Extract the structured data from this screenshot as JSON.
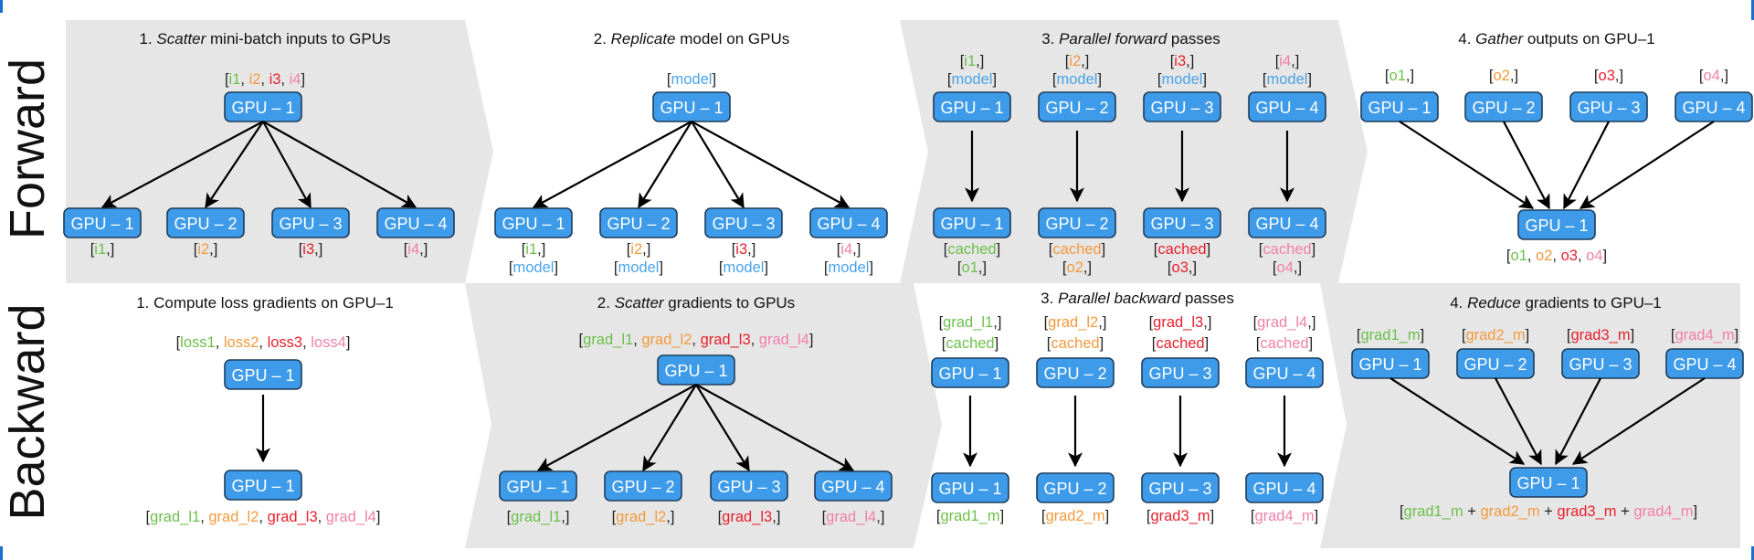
{
  "colors": {
    "c1": "#6cc04a",
    "c2": "#f39a3b",
    "c3": "#e8212e",
    "c4": "#f27fa8",
    "model": "#4aa3e8",
    "panel_gray": "#e6e6e6",
    "box_fill": "#3d9be9",
    "box_border": "#1f3d5c"
  },
  "row_labels": {
    "forward": "Forward",
    "backward": "Backward"
  },
  "forward": {
    "step1": {
      "num": "1. ",
      "italic": "Scatter",
      "rest": " mini-batch inputs to GPUs",
      "top_box": "GPU – 1",
      "top_label": [
        {
          "t": "i1",
          "c": "c1"
        },
        {
          "t": "i2",
          "c": "c2"
        },
        {
          "t": "i3",
          "c": "c3"
        },
        {
          "t": "i4",
          "c": "c4"
        }
      ],
      "bottom_boxes": [
        "GPU – 1",
        "GPU – 2",
        "GPU – 3",
        "GPU – 4"
      ],
      "bottom_labels": [
        {
          "t": "i1",
          "c": "c1"
        },
        {
          "t": "i2",
          "c": "c2"
        },
        {
          "t": "i3",
          "c": "c3"
        },
        {
          "t": "i4",
          "c": "c4"
        }
      ]
    },
    "step2": {
      "num": "2. ",
      "italic": "Replicate",
      "rest": " model on GPUs",
      "top_box": "GPU – 1",
      "top_label": "model",
      "bottom_boxes": [
        "GPU – 1",
        "GPU – 2",
        "GPU – 3",
        "GPU – 4"
      ],
      "bottom_inputs": [
        {
          "t": "i1",
          "c": "c1"
        },
        {
          "t": "i2",
          "c": "c2"
        },
        {
          "t": "i3",
          "c": "c3"
        },
        {
          "t": "i4",
          "c": "c4"
        }
      ],
      "bottom_model": "model"
    },
    "step3": {
      "num": "3. ",
      "italic": "Parallel forward",
      "rest": " passes",
      "top_boxes": [
        "GPU – 1",
        "GPU – 2",
        "GPU – 3",
        "GPU – 4"
      ],
      "top_inputs": [
        {
          "t": "i1",
          "c": "c1"
        },
        {
          "t": "i2",
          "c": "c2"
        },
        {
          "t": "i3",
          "c": "c3"
        },
        {
          "t": "i4",
          "c": "c4"
        }
      ],
      "top_model": "model",
      "bottom_boxes": [
        "GPU – 1",
        "GPU – 2",
        "GPU – 3",
        "GPU – 4"
      ],
      "bottom_cached": "cached",
      "bottom_outputs": [
        {
          "t": "o1",
          "c": "c1"
        },
        {
          "t": "o2",
          "c": "c2"
        },
        {
          "t": "o3",
          "c": "c3"
        },
        {
          "t": "o4",
          "c": "c4"
        }
      ]
    },
    "step4": {
      "num": "4. ",
      "italic": "Gather",
      "rest": " outputs on GPU–1",
      "top_boxes": [
        "GPU – 1",
        "GPU – 2",
        "GPU – 3",
        "GPU – 4"
      ],
      "top_outputs": [
        {
          "t": "o1",
          "c": "c1"
        },
        {
          "t": "o2",
          "c": "c2"
        },
        {
          "t": "o3",
          "c": "c3"
        },
        {
          "t": "o4",
          "c": "c4"
        }
      ],
      "bottom_box": "GPU – 1",
      "bottom_label": [
        {
          "t": "o1",
          "c": "c1"
        },
        {
          "t": "o2",
          "c": "c2"
        },
        {
          "t": "o3",
          "c": "c3"
        },
        {
          "t": "o4",
          "c": "c4"
        }
      ]
    }
  },
  "backward": {
    "step1": {
      "num": "1. ",
      "italic": "",
      "rest": "Compute loss gradients on GPU–1",
      "top_box": "GPU – 1",
      "top_label": [
        {
          "t": "loss1",
          "c": "c1"
        },
        {
          "t": "loss2",
          "c": "c2"
        },
        {
          "t": "loss3",
          "c": "c3"
        },
        {
          "t": "loss4",
          "c": "c4"
        }
      ],
      "bottom_box": "GPU – 1",
      "bottom_label": [
        {
          "t": "grad_l1",
          "c": "c1"
        },
        {
          "t": "grad_l2",
          "c": "c2"
        },
        {
          "t": "grad_l3",
          "c": "c3"
        },
        {
          "t": "grad_l4",
          "c": "c4"
        }
      ]
    },
    "step2": {
      "num": "2. ",
      "italic": "Scatter",
      "rest": " gradients to GPUs",
      "top_box": "GPU – 1",
      "top_label": [
        {
          "t": "grad_l1",
          "c": "c1"
        },
        {
          "t": "grad_l2",
          "c": "c2"
        },
        {
          "t": "grad_l3",
          "c": "c3"
        },
        {
          "t": "grad_l4",
          "c": "c4"
        }
      ],
      "bottom_boxes": [
        "GPU – 1",
        "GPU – 2",
        "GPU – 3",
        "GPU – 4"
      ],
      "bottom_labels": [
        {
          "t": "grad_l1",
          "c": "c1"
        },
        {
          "t": "grad_l2",
          "c": "c2"
        },
        {
          "t": "grad_l3",
          "c": "c3"
        },
        {
          "t": "grad_l4",
          "c": "c4"
        }
      ]
    },
    "step3": {
      "num": "3. ",
      "italic": "Parallel backward",
      "rest": " passes",
      "top_boxes": [
        "GPU – 1",
        "GPU – 2",
        "GPU – 3",
        "GPU – 4"
      ],
      "top_grads": [
        {
          "t": "grad_l1",
          "c": "c1"
        },
        {
          "t": "grad_l2",
          "c": "c2"
        },
        {
          "t": "grad_l3",
          "c": "c3"
        },
        {
          "t": "grad_l4",
          "c": "c4"
        }
      ],
      "top_cached": "cached",
      "bottom_boxes": [
        "GPU – 1",
        "GPU – 2",
        "GPU – 3",
        "GPU – 4"
      ],
      "bottom_labels": [
        {
          "t": "grad1_m",
          "c": "c1"
        },
        {
          "t": "grad2_m",
          "c": "c2"
        },
        {
          "t": "grad3_m",
          "c": "c3"
        },
        {
          "t": "grad4_m",
          "c": "c4"
        }
      ]
    },
    "step4": {
      "num": "4. ",
      "italic": "Reduce",
      "rest": " gradients to GPU–1",
      "top_boxes": [
        "GPU – 1",
        "GPU – 2",
        "GPU – 3",
        "GPU – 4"
      ],
      "top_labels": [
        {
          "t": "grad1_m",
          "c": "c1"
        },
        {
          "t": "grad2_m",
          "c": "c2"
        },
        {
          "t": "grad3_m",
          "c": "c3"
        },
        {
          "t": "grad4_m",
          "c": "c4"
        }
      ],
      "bottom_box": "GPU – 1",
      "bottom_label": [
        {
          "t": "grad1_m",
          "c": "c1"
        },
        {
          "t": "grad2_m",
          "c": "c2"
        },
        {
          "t": "grad3_m",
          "c": "c3"
        },
        {
          "t": "grad4_m",
          "c": "c4"
        }
      ],
      "bottom_separator": " + "
    }
  }
}
